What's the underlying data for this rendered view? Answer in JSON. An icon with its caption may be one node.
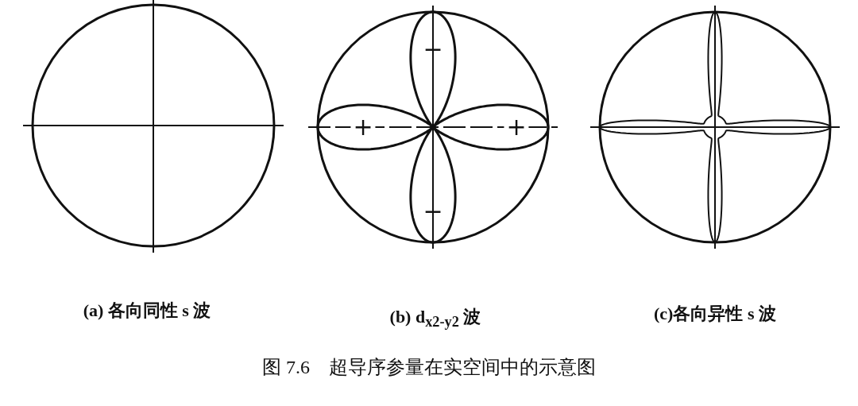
{
  "diagram": {
    "caption": "图 7.6　超导序参量在实空间中的示意图",
    "labels": [
      "−",
      "+",
      "+",
      "−",
      "(a) 各向同性 s 波",
      "(b)  d$_{x2-y2}$ 波",
      "(c)各向异性 s 波"
    ]
  }
}
